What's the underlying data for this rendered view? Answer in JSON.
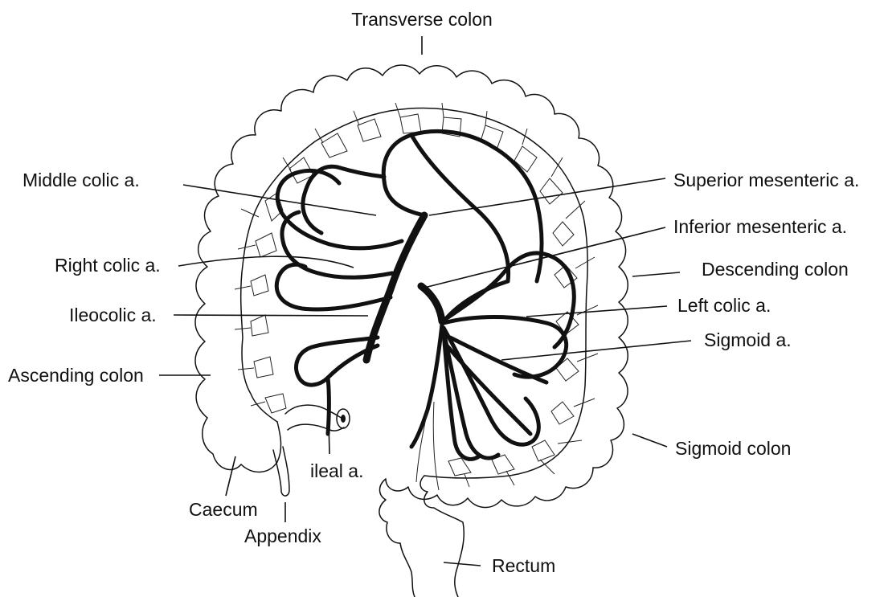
{
  "labels": {
    "transverse_colon": "Transverse colon",
    "middle_colic": "Middle colic a.",
    "superior_mesenteric": "Superior mesenteric a.",
    "inferior_mesenteric": "Inferior mesenteric a.",
    "right_colic": "Right colic a.",
    "descending_colon": "Descending colon",
    "ileocolic": "Ileocolic a.",
    "left_colic": "Left colic a.",
    "sigmoid_a": "Sigmoid a.",
    "ascending_colon": "Ascending colon",
    "sigmoid_colon": "Sigmoid colon",
    "ileal": "ileal a.",
    "caecum": "Caecum",
    "appendix": "Appendix",
    "rectum": "Rectum"
  }
}
